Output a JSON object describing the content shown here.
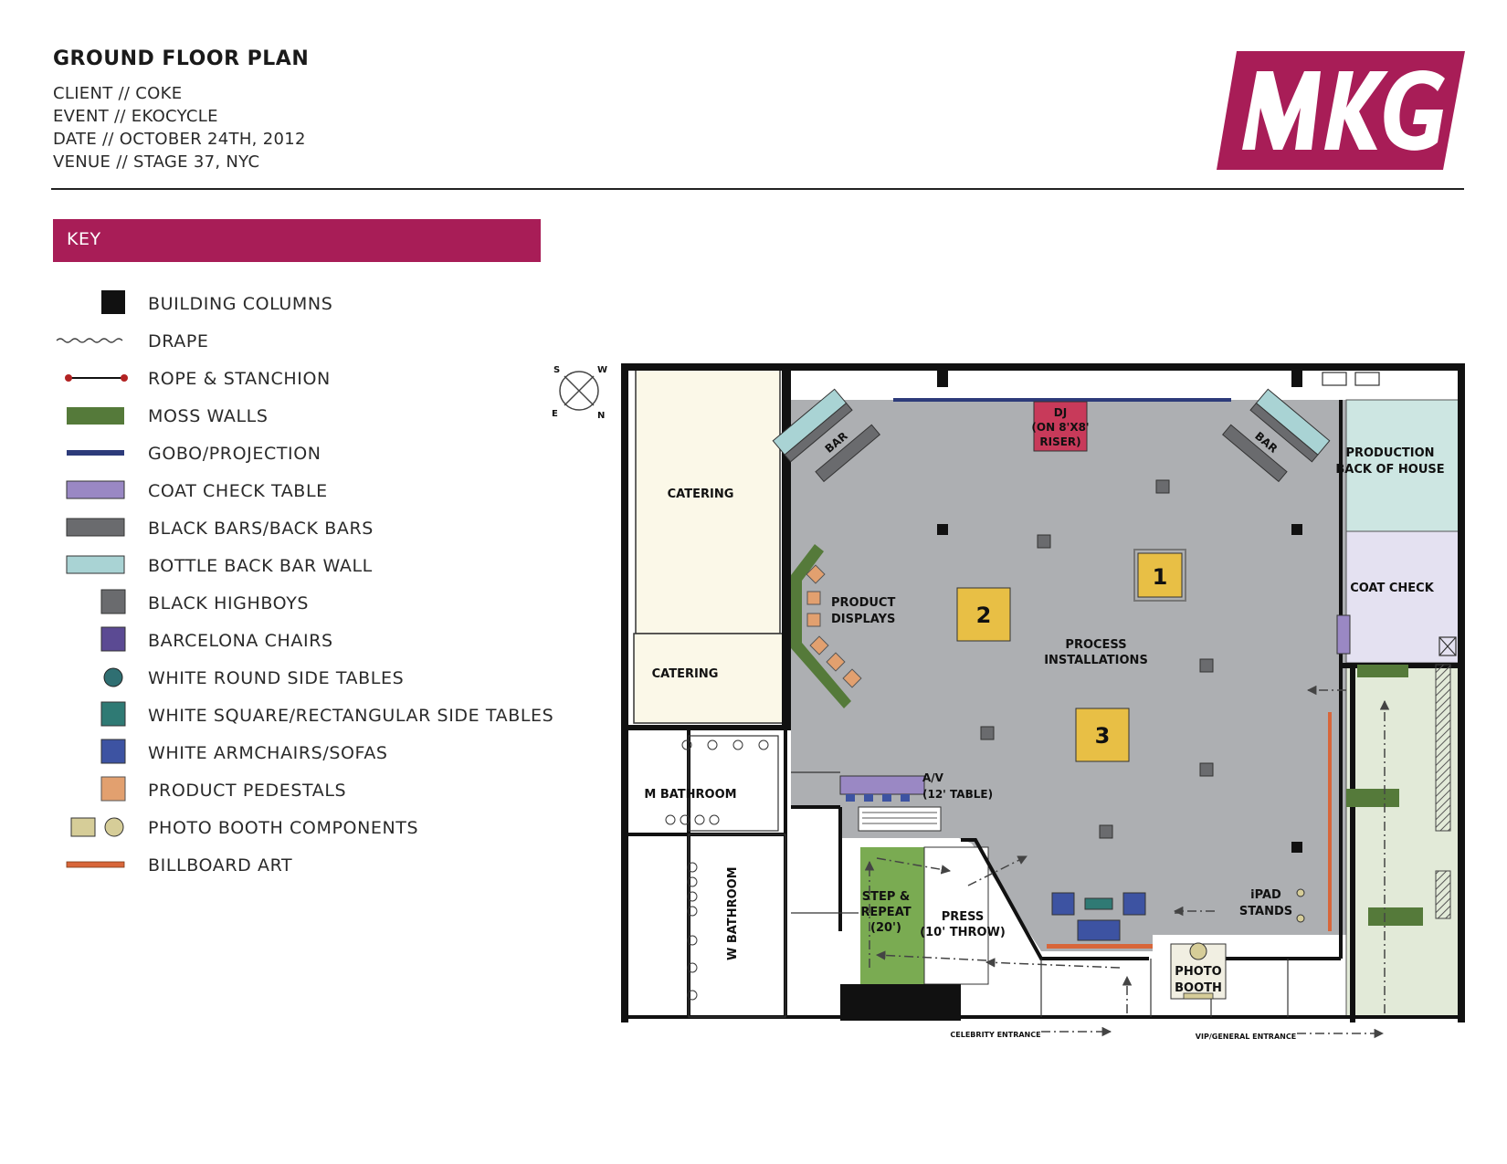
{
  "header": {
    "title": "GROUND FLOOR PLAN",
    "client": "CLIENT // COKE",
    "event": "EVENT // EKOCYCLE",
    "date": "DATE // OCTOBER 24TH, 2012",
    "venue": "VENUE // STAGE 37, NYC"
  },
  "logo": {
    "text": "MKG",
    "color": "#a81d57"
  },
  "key": {
    "title": "KEY",
    "items": [
      {
        "label": "BUILDING COLUMNS",
        "symbol": "column",
        "color": "#111111"
      },
      {
        "label": "DRAPE",
        "symbol": "wave",
        "color": "#444444"
      },
      {
        "label": "ROPE & STANCHION",
        "symbol": "rope",
        "color": "#b22222"
      },
      {
        "label": "MOSS WALLS",
        "symbol": "rect",
        "color": "#557a3a"
      },
      {
        "label": "GOBO/PROJECTION",
        "symbol": "line",
        "color": "#2d3b7a"
      },
      {
        "label": "COAT CHECK TABLE",
        "symbol": "rect",
        "color": "#9a88c4"
      },
      {
        "label": "BLACK BARS/BACK BARS",
        "symbol": "rect",
        "color": "#6a6b6e"
      },
      {
        "label": "BOTTLE BACK BAR WALL",
        "symbol": "rect",
        "color": "#a9d3d4"
      },
      {
        "label": "BLACK HIGHBOYS",
        "symbol": "square",
        "color": "#6a6b6e"
      },
      {
        "label": "BARCELONA CHAIRS",
        "symbol": "square",
        "color": "#5b4a93"
      },
      {
        "label": "WHITE ROUND SIDE TABLES",
        "symbol": "circle",
        "color": "#2f6f72"
      },
      {
        "label": "WHITE SQUARE/RECTANGULAR SIDE TABLES",
        "symbol": "square",
        "color": "#2f7a74"
      },
      {
        "label": "WHITE ARMCHAIRS/SOFAS",
        "symbol": "square",
        "color": "#3d53a2"
      },
      {
        "label": "PRODUCT PEDESTALS",
        "symbol": "square",
        "color": "#e2a06f"
      },
      {
        "label": "PHOTO BOOTH COMPONENTS",
        "symbol": "photobooth",
        "color": "#d6cd98"
      },
      {
        "label": "BILLBOARD ART",
        "symbol": "line",
        "color": "#d8663a"
      }
    ]
  },
  "compass": {
    "s": "S",
    "w": "W",
    "e": "E",
    "n": "N"
  },
  "plan": {
    "catering_1": "CATERING",
    "catering_2": "CATERING",
    "bar_left": "BAR",
    "bar_right": "BAR",
    "dj_1": "DJ",
    "dj_2": "(ON 8'X8'",
    "dj_3": "RISER)",
    "production_1": "PRODUCTION",
    "production_2": "BACK OF HOUSE",
    "coat_check": "COAT CHECK",
    "product_displays_1": "PRODUCT",
    "product_displays_2": "DISPLAYS",
    "install_1": "1",
    "install_2": "2",
    "install_3": "3",
    "process_1": "PROCESS",
    "process_2": "INSTALLATIONS",
    "m_bathroom": "M BATHROOM",
    "w_bathroom": "W BATHROOM",
    "av_1": "A/V",
    "av_2": "(12' TABLE)",
    "step_1": "STEP &",
    "step_2": "REPEAT",
    "step_3": "(20')",
    "press_1": "PRESS",
    "press_2": "(10' THROW)",
    "ipad_1": "iPAD",
    "ipad_2": "STANDS",
    "photo_1": "PHOTO",
    "photo_2": "BOOTH",
    "celebrity_entrance": "CELEBRITY ENTRANCE",
    "vip_entrance": "VIP/GENERAL ENTRANCE"
  }
}
